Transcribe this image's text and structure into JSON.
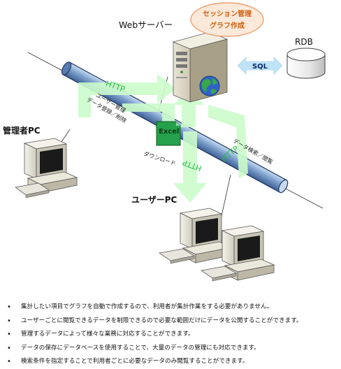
{
  "web_server_label": "Webサーバー",
  "bubble": {
    "line1": "セッション管理",
    "line2": "グラフ作成"
  },
  "rdb_label": "RDB",
  "sql_label": "SQL",
  "http_labels": {
    "upper_left": "HTTP",
    "right": "HTTP",
    "download": "HTTP"
  },
  "admin_pc_label": "管理者PC",
  "user_pc_label": "ユーザーPC",
  "admin_flow_text": {
    "line1": "ユーザー管理",
    "line2": "データ登録／削除"
  },
  "search_text": "データ検索／閲覧",
  "excel_label": "Excel",
  "download_text": "ダウンロード",
  "bullets": [
    "集計したい項目でグラフを自動で作成するので、利用者が集計作業をする必要がありません。",
    "ユーザーごとに閲覧できるデータを制限できるので必要な範囲だけにデータを公開することができます。",
    "管理するデータによって様々な業務に対応することができます。",
    "データの保存にデータベースを使用することで、大量のデータの管理にも対応できます。",
    "検索条件を指定することで利用者ごとに必要なデータのみ閲覧することができます。"
  ],
  "colors": {
    "arrow": "#ccfccc",
    "http_text": "#22bb44",
    "bubble_fill": "#fde9d9",
    "bubble_stroke": "#f0a070",
    "bubble_text": "#d06010",
    "pipe": "#7a9cc8",
    "sql_arrow": "#bfe3f7",
    "excel": "#1e9e3e"
  }
}
